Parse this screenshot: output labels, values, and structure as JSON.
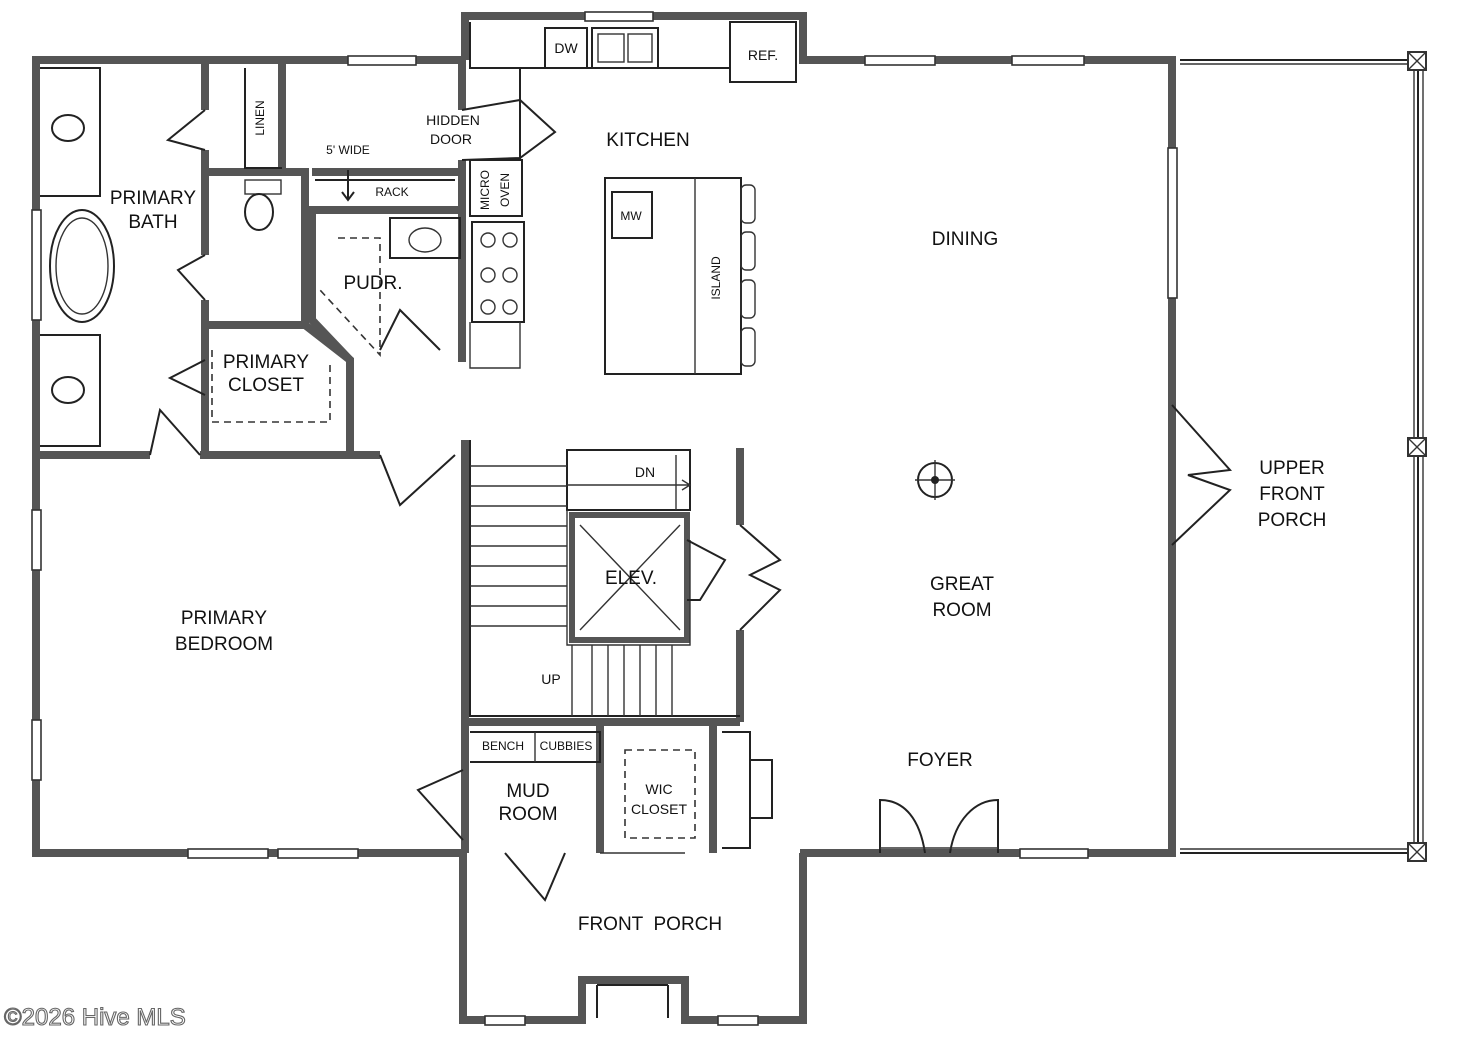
{
  "rooms": {
    "kitchen": "KITCHEN",
    "dining": "DINING",
    "great_room_1": "GREAT",
    "great_room_2": "ROOM",
    "upper_porch_1": "UPPER",
    "upper_porch_2": "FRONT",
    "upper_porch_3": "PORCH",
    "primary_bath_1": "PRIMARY",
    "primary_bath_2": "BATH",
    "primary_closet_1": "PRIMARY",
    "primary_closet_2": "CLOSET",
    "primary_bedroom_1": "PRIMARY",
    "primary_bedroom_2": "BEDROOM",
    "powder": "PUDR.",
    "elevator": "ELEV.",
    "mud_room_1": "MUD",
    "mud_room_2": "ROOM",
    "wic_1": "WIC",
    "wic_2": "CLOSET",
    "foyer": "FOYER",
    "front_porch": "FRONT  PORCH"
  },
  "labels": {
    "dw": "DW",
    "ref": "REF.",
    "hidden_door_1": "HIDDEN",
    "hidden_door_2": "DOOR",
    "linen": "LINEN",
    "five_wide": "5' WIDE",
    "rack": "RACK",
    "micro": "MICRO",
    "oven": "OVEN",
    "mw": "MW",
    "island": "ISLAND",
    "stairs_down": "DN",
    "stairs_up": "UP",
    "bench": "BENCH",
    "cubbies": "CUBBIES"
  },
  "watermark": "©2026 Hive MLS"
}
